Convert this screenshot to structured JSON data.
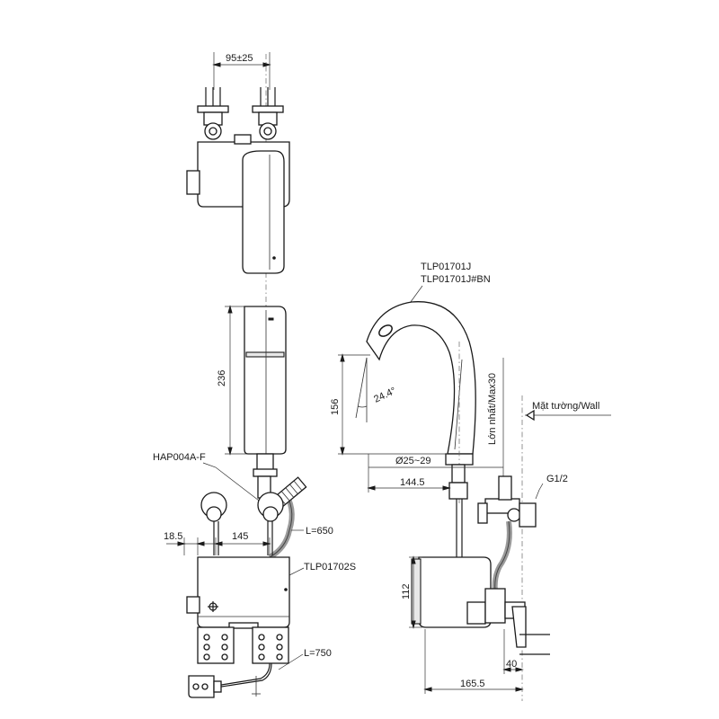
{
  "labels": {
    "top_width": "95±25",
    "spout_height": "236",
    "part_sensor": "HAP004A-F",
    "dim_18_5": "18.5",
    "dim_145": "145",
    "hose_l650": "L=650",
    "part_box": "TLP01702S",
    "cable_l750": "L=750",
    "model_1": "TLP01701J",
    "model_2": "TLP01701J#BN",
    "spout_rise": "156",
    "angle": "24.4°",
    "min_max": "Lớn nhất/Max30",
    "wall_label": "Mặt tường/Wall",
    "diam": "Ø25~29",
    "dim_144_5": "144.5",
    "thread": "G1/2",
    "box_height": "112",
    "dim_40": "40",
    "dim_165_5": "165.5"
  }
}
